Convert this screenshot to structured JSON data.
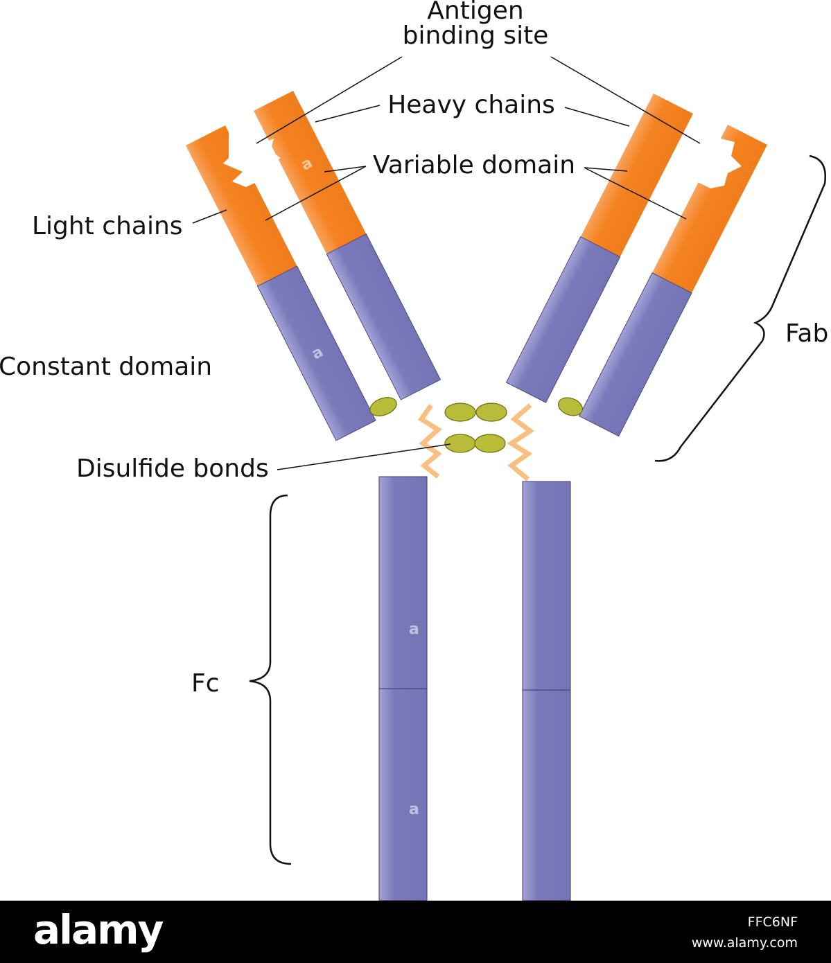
{
  "labels": {
    "antigen_line1": "Antigen",
    "antigen_line2": "binding site",
    "heavy_chains": "Heavy chains",
    "variable_domain": "Variable domain",
    "light_chains": "Light chains",
    "constant_domain": "Constant domain",
    "fab": "Fab",
    "disulfide_bonds": "Disulfide bonds",
    "fc": "Fc"
  },
  "watermark": {
    "glyph": "a"
  },
  "footer": {
    "brand": "alamy",
    "image_id": "FFC6NF",
    "url": "www.alamy.com"
  },
  "colors": {
    "variable_orange": "#f58220",
    "constant_purple": "#7b7bbb",
    "disulfide_ellipse": "#b8bc38",
    "disulfide_zigzag": "#f9bf80",
    "background": "#ffffff",
    "footer": "#000000"
  }
}
